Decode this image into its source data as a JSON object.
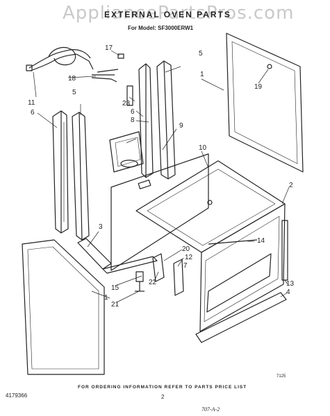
{
  "watermark": "AppliancePartsPros.com",
  "title": "EXTERNAL OVEN PARTS",
  "model_line": "For Model: SF3000ERW1",
  "callouts": {
    "c1a": "1",
    "c1b": "1",
    "c2": "2",
    "c3": "3",
    "c4": "4",
    "c5a": "5",
    "c5b": "5",
    "c6a": "6",
    "c6b": "6",
    "c7": "7",
    "c8": "8",
    "c9": "9",
    "c10": "10",
    "c11": "11",
    "c12": "12",
    "c13": "13",
    "c14": "14",
    "c15": "15",
    "c17": "17",
    "c18": "18",
    "c19": "19",
    "c20": "20",
    "c21": "21",
    "c22": "22",
    "c23": "23"
  },
  "sheet_code": "7125",
  "footer_note": "FOR ORDERING INFORMATION REFER TO PARTS PRICE LIST",
  "part_number": "4179366",
  "page_number": "2",
  "hand_note": "707-A-2"
}
